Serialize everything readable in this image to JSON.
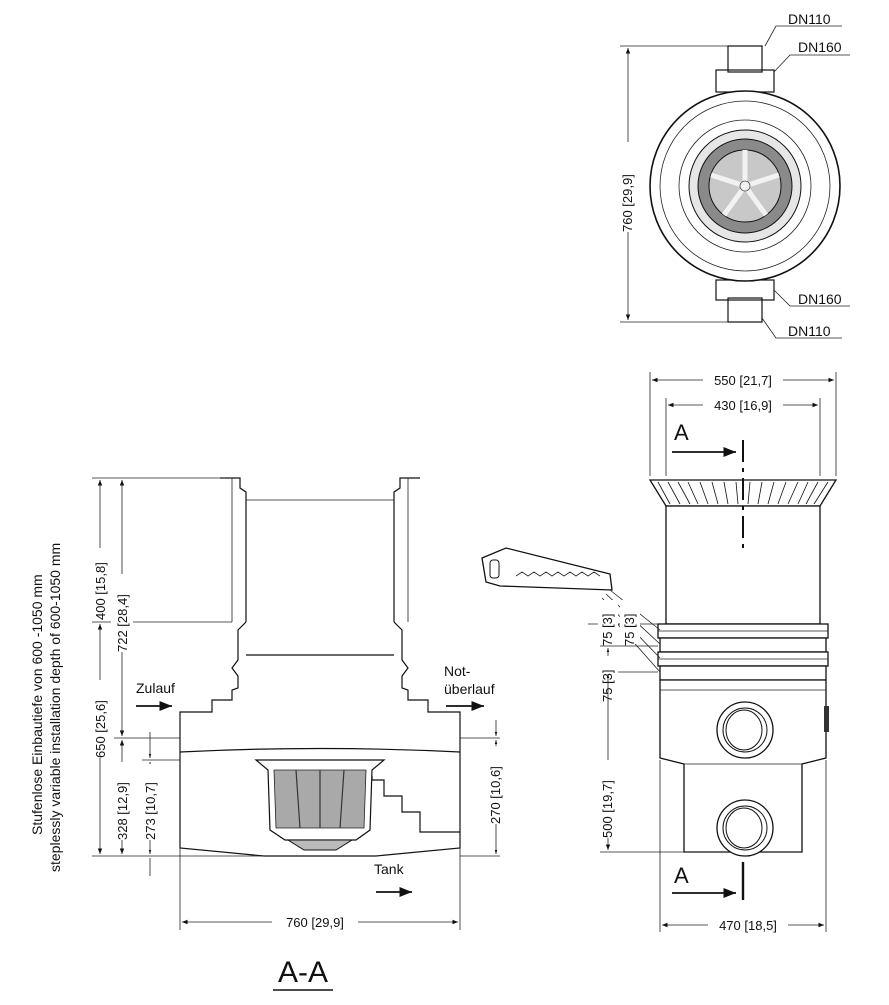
{
  "top_view": {
    "label_dn110_top": "DN110",
    "label_dn160_top": "DN160",
    "label_dn160_bottom": "DN160",
    "label_dn110_bottom": "DN110",
    "dim_height": "760 [29,9]"
  },
  "section_view": {
    "vertical_text_de": "Stufenlose Einbautiefe von 600 -1050 mm",
    "vertical_text_en": "steplessly variable installation depth of 600-1050 mm",
    "dim_400": "400 [15,8]",
    "dim_722": "722 [28,4]",
    "dim_650": "650 [25,6]",
    "dim_328": "328 [12,9]",
    "dim_273": "273 [10,7]",
    "dim_270": "270 [10,6]",
    "dim_760": "760 [29,9]",
    "label_zulauf": "Zulauf",
    "label_not": "Not-",
    "label_ueberlauf": "überlauf",
    "label_tank": "Tank",
    "title": "A-A"
  },
  "side_view": {
    "dim_550": "550 [21,7]",
    "dim_430": "430 [16,9]",
    "section_mark_top": "A",
    "section_mark_bottom": "A",
    "dim_75_a": "75 [3]",
    "dim_75_b": "75 [3]",
    "dim_75_c": "75 [3]",
    "dim_500": "500 [19,7]",
    "dim_470": "470 [18,5]"
  }
}
